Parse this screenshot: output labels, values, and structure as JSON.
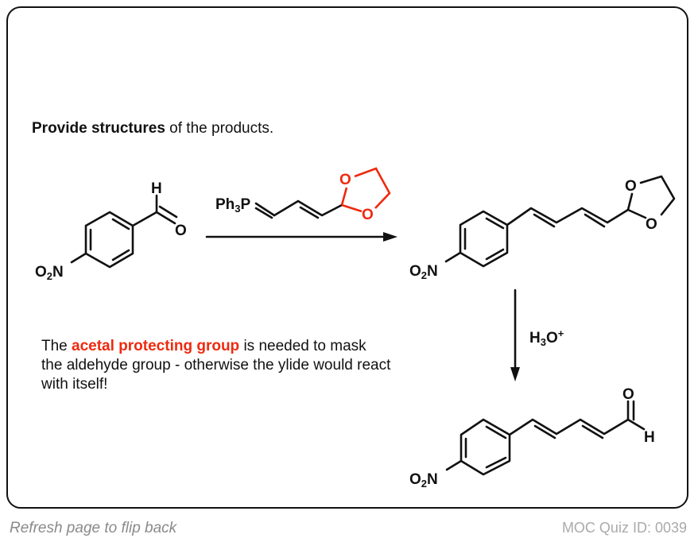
{
  "prompt": {
    "bold": "Provide structures",
    "rest": " of the products."
  },
  "labels": {
    "h": "H",
    "o": "O",
    "o2n_o": "O",
    "o2n_2": "2",
    "o2n_n": "N",
    "ph": "Ph",
    "ph_3": "3",
    "p": "P",
    "h3o": "H",
    "h3o_3": "3",
    "h3o_o": "O",
    "h3o_plus": "+"
  },
  "note": {
    "pre": "The ",
    "highlight": "acetal protecting group",
    "post": " is needed to mask the aldehyde group - otherwise the ylide would react with itself!"
  },
  "footer": {
    "flip": "Refresh page to flip back",
    "quiz_id": "MOC Quiz ID: 0039"
  },
  "colors": {
    "accent": "#ee2a0f"
  }
}
